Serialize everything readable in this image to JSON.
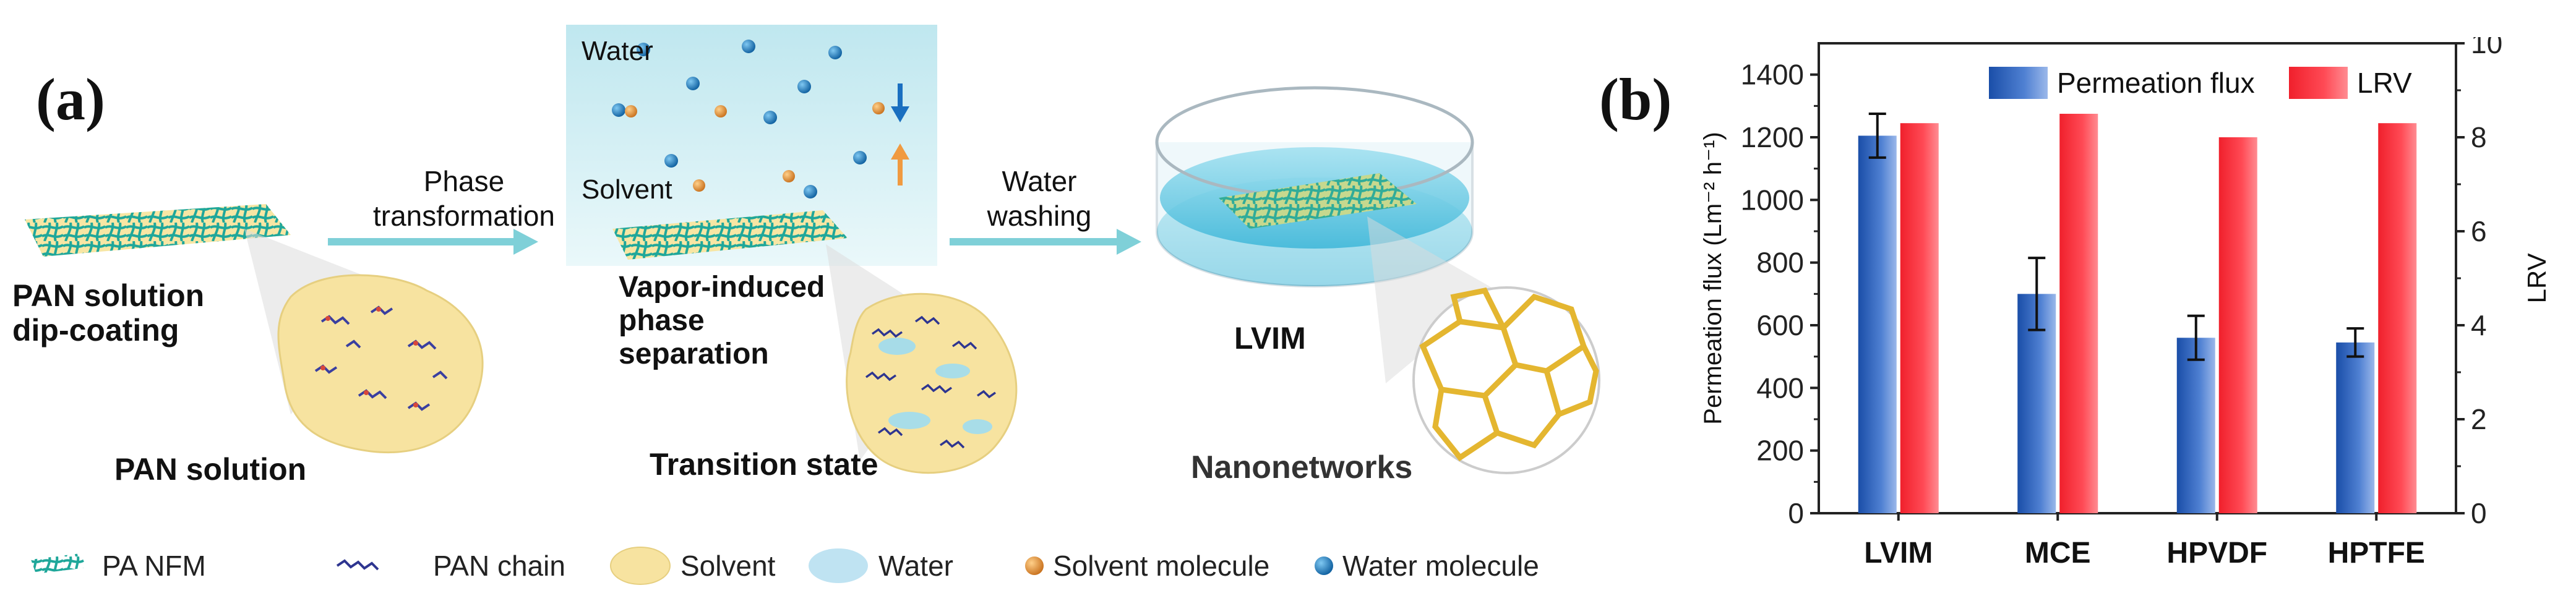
{
  "panel_a": {
    "label": "(a)",
    "step1": "Phase transformation",
    "step2": "Water washing",
    "stage1_title": "PAN solution dip-coating",
    "stage1_zoom": "PAN solution",
    "chamber_water": "Water",
    "chamber_solvent": "Solvent",
    "stage2_title": "Vapor-induced phase separation",
    "stage2_zoom": "Transition state",
    "stage3_title": "LVIM",
    "stage3_zoom": "Nanonetworks",
    "legend": [
      {
        "name": "PA NFM",
        "icon": "mesh-icon"
      },
      {
        "name": "PAN chain",
        "icon": "chain-icon"
      },
      {
        "name": "Solvent",
        "icon": "solvent-blob-icon"
      },
      {
        "name": "Water",
        "icon": "water-blob-icon"
      },
      {
        "name": "Solvent molecule",
        "icon": "orange-sphere-icon"
      },
      {
        "name": "Water molecule",
        "icon": "blue-sphere-icon"
      }
    ]
  },
  "panel_b": {
    "label": "(b)"
  },
  "colors": {
    "mesh": "#1fa79a",
    "mesh_base": "#f7e6a4",
    "chamber": "#cfeef2",
    "arrow": "#7fd0d8",
    "flux": "#1f55b4",
    "lrv": "#f5303c",
    "water_molecule": "#1a7fc4",
    "solvent_molecule": "#e8923a",
    "nanonet": "#e4b630"
  },
  "chart_data": {
    "type": "bar",
    "categories": [
      "LVIM",
      "MCE",
      "HPVDF",
      "HPTFE"
    ],
    "series": [
      {
        "name": "Permeation flux",
        "axis": "left",
        "values": [
          1205,
          700,
          560,
          545
        ],
        "errors": [
          70,
          115,
          70,
          45
        ]
      },
      {
        "name": "LRV",
        "axis": "right",
        "values": [
          8.3,
          8.5,
          8.0,
          8.3
        ]
      }
    ],
    "ylabel": "Permeation flux (Lm⁻² h⁻¹)",
    "y2label": "LRV",
    "ylim": [
      0,
      1500
    ],
    "y2lim": [
      0,
      10
    ],
    "yticks": [
      0,
      200,
      400,
      600,
      800,
      1000,
      1200,
      1400
    ],
    "y2ticks": [
      0,
      2,
      4,
      6,
      8,
      10
    ],
    "legend_position": "top"
  }
}
